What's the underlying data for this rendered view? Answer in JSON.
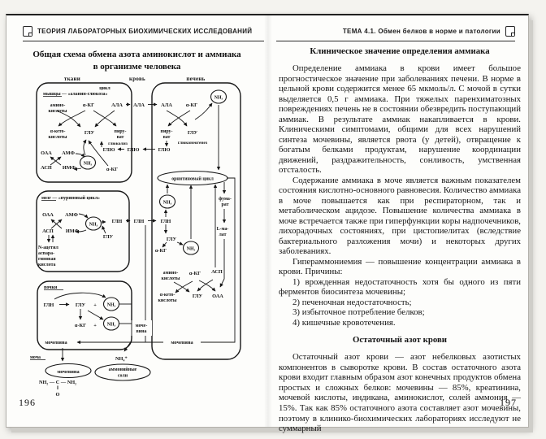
{
  "lp": {
    "runhead": "ТЕОРИЯ ЛАБОРАТОРНЫХ БИОХИМИЧЕСКИХ ИССЛЕДОВАНИЙ",
    "page": "196"
  },
  "rp": {
    "runhead": "ТЕМА 4.1. Обмен белков в норме и патологии",
    "h1": "Клиническое значение определения аммиака",
    "p1": "Определение аммиака в крови имеет большое прогностическое значение при заболеваниях печени. В норме в цельной крови содержится менее 65 мкмоль/л. С мочой в сутки выделяется 0,5 г аммиака. При тяжелых паренхиматозных повреждениях печень не в состоянии обезвредить поступающий аммиак. В результате аммиак накапливается в крови. Клиническими симптомами, общими для всех нарушений синтеза мочевины, является рвота (у детей), отвращение к богатым белками продуктам, нарушение координации движений, раздражительность, сонливость, умственная отсталость.",
    "p2": "Содержание аммиака в моче является важным показателем состояния кислотно-основного равновесия. Количество аммиака в моче повышается как при респираторном, так и метаболическом ацидозе. Повышение количества аммиака в моче встречается также при гиперфункции коры надпочечников, лихорадочных состояниях, при цистопиелитах (вследствие бактериального разложения мочи) и некоторых других заболеваниях.",
    "p3": "Гипераммониемия — повышение концентрации аммиака в крови. Причины:",
    "li1": "1) врожденная недостаточность хотя бы одного из пяти ферментов биосинтеза мочевины;",
    "li2": "2) печеночная недостаточность;",
    "li3": "3) избыточное потребление белков;",
    "li4": "4) кишечные кровотечения.",
    "h2": "Остаточный азот крови",
    "p4": "Остаточный азот крови — азот небелковых азотистых компонентов в сыворотке крови. В состав остаточного азота крови входит главным образом азот конечных продуктов обмена простых и сложных белков: мочевины — 85%, креатинина, мочевой кислоты, индикана, аминокислот, солей аммония — 15%. Так как 85% остаточного азота составляет азот мочевины, поэтому в клинико-биохимических лабораториях исследуют не суммарный",
    "page": "197"
  },
  "d": {
    "title1": "Общая схема обмена азота аминокислот и аммиака",
    "title2": "в организме человека",
    "hdr_tissues": "ткани",
    "hdr_blood": "кровь",
    "hdr_liver": "печень",
    "cycle": "цикл",
    "muscles": "мышцы — «аланин-глюкоза»",
    "brain_title": "мозг — «пуриновый цикл»",
    "kidneys": "почки",
    "urine": "моча",
    "amino1": "амино-",
    "amino2": "кислоты",
    "keto1": "α-кето-",
    "keto2": "кислоты",
    "akg": "α-КГ",
    "ala": "АЛА",
    "glu": "ГЛУ",
    "gln": "ГЛН",
    "glc": "ГЛЮ",
    "pyr1": "пиру-",
    "pyr2": "ват",
    "glycolysis": "глюколиз",
    "gng": "глюконеогенез",
    "ornithine": "орнитиновый цикл",
    "oaa": "ОАА",
    "amp": "АМФ",
    "asp": "АСП",
    "imp": "ИМФ",
    "nh3": "NH₃",
    "nh4": "NH₄⁺",
    "fum1": "фума-",
    "fum2": "рат",
    "mal1": "L-ма-",
    "mal2": "лат",
    "urea": "мочевина",
    "urea_b1": "моче-",
    "urea_b2": "вина",
    "naa1": "N-ацетил",
    "naa2": "аспара-",
    "naa3": "гиновая",
    "naa4": "кислота",
    "plus": "+",
    "amm1": "аммонийные",
    "amm2": "соли",
    "f1": "NH₂ — C — NH₂",
    "f2": "‖",
    "f3": "O"
  }
}
